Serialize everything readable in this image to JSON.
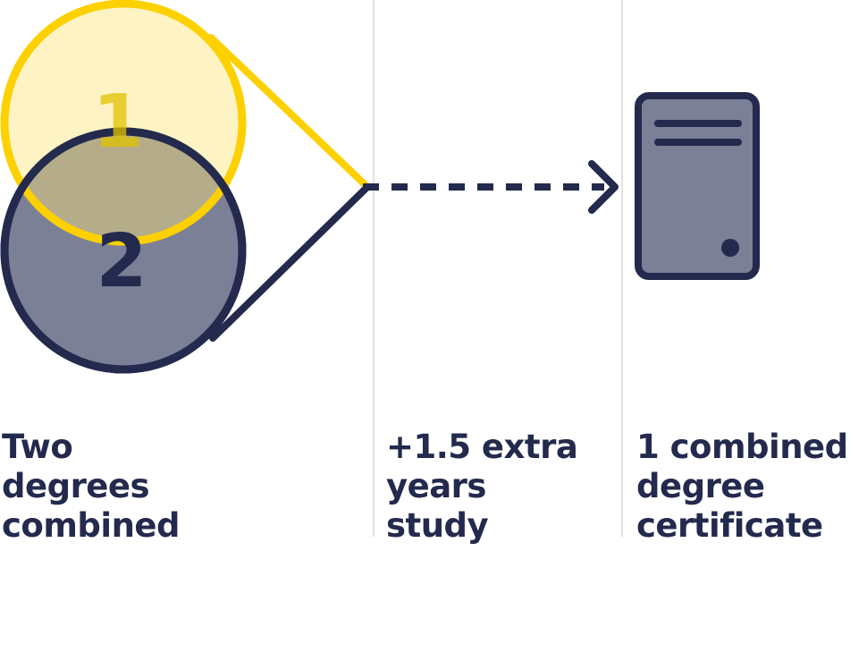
{
  "colors": {
    "navy": "#232a4d",
    "slate_fill": "#7b8097",
    "yellow_stroke": "#fdd000",
    "yellow_fill": "#fde57a",
    "divider": "#d9d9d9"
  },
  "icons": {
    "circle_one": "degree-one-circle-icon",
    "circle_two": "degree-two-circle-icon",
    "certificate": "certificate-document-icon",
    "arrow": "dashed-arrow-icon"
  },
  "diagram": {
    "circle_one_label": "1",
    "circle_two_label": "2"
  },
  "columns": [
    {
      "lines": [
        "Two",
        "degrees",
        "combined"
      ]
    },
    {
      "lines": [
        "+1.5 extra",
        "years",
        "study"
      ]
    },
    {
      "lines": [
        "1 combined",
        "degree",
        "certificate"
      ]
    }
  ]
}
